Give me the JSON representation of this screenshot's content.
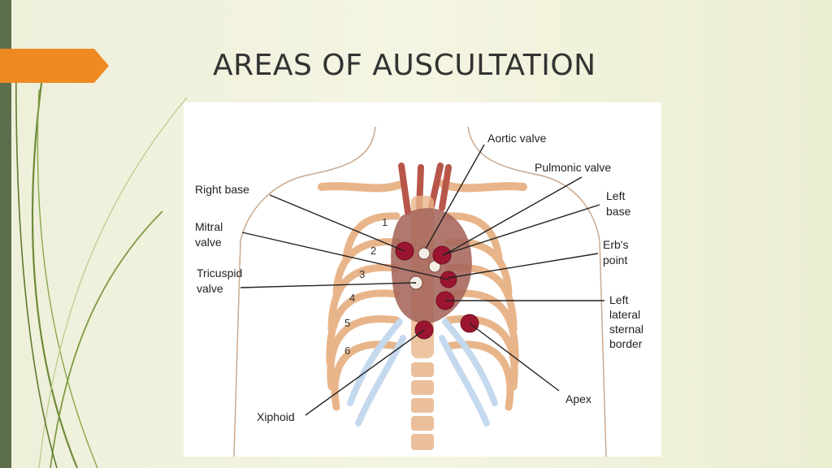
{
  "slide": {
    "title": "AREAS OF AUSCULTATION"
  },
  "colors": {
    "sidebar": "#5d6e4c",
    "accent": "#ef8a23",
    "rib": "#e8b58a",
    "cartilage": "#c5d9ee",
    "heart": "#a5655a",
    "site": "#9c1530"
  },
  "diagram": {
    "labels": {
      "aortic": "Aortic valve",
      "pulmonic": "Pulmonic valve",
      "right_base": "Right base",
      "left_base": [
        "Left",
        "base"
      ],
      "mitral": [
        "Mitral",
        "valve"
      ],
      "erbs": [
        "Erb's",
        "point"
      ],
      "tricuspid": [
        "Tricuspid",
        "valve"
      ],
      "left_lateral": [
        "Left",
        "lateral",
        "sternal",
        "border"
      ],
      "xiphoid": "Xiphoid",
      "apex": "Apex"
    },
    "rib_numbers": [
      "1",
      "2",
      "3",
      "4",
      "5",
      "6"
    ]
  }
}
